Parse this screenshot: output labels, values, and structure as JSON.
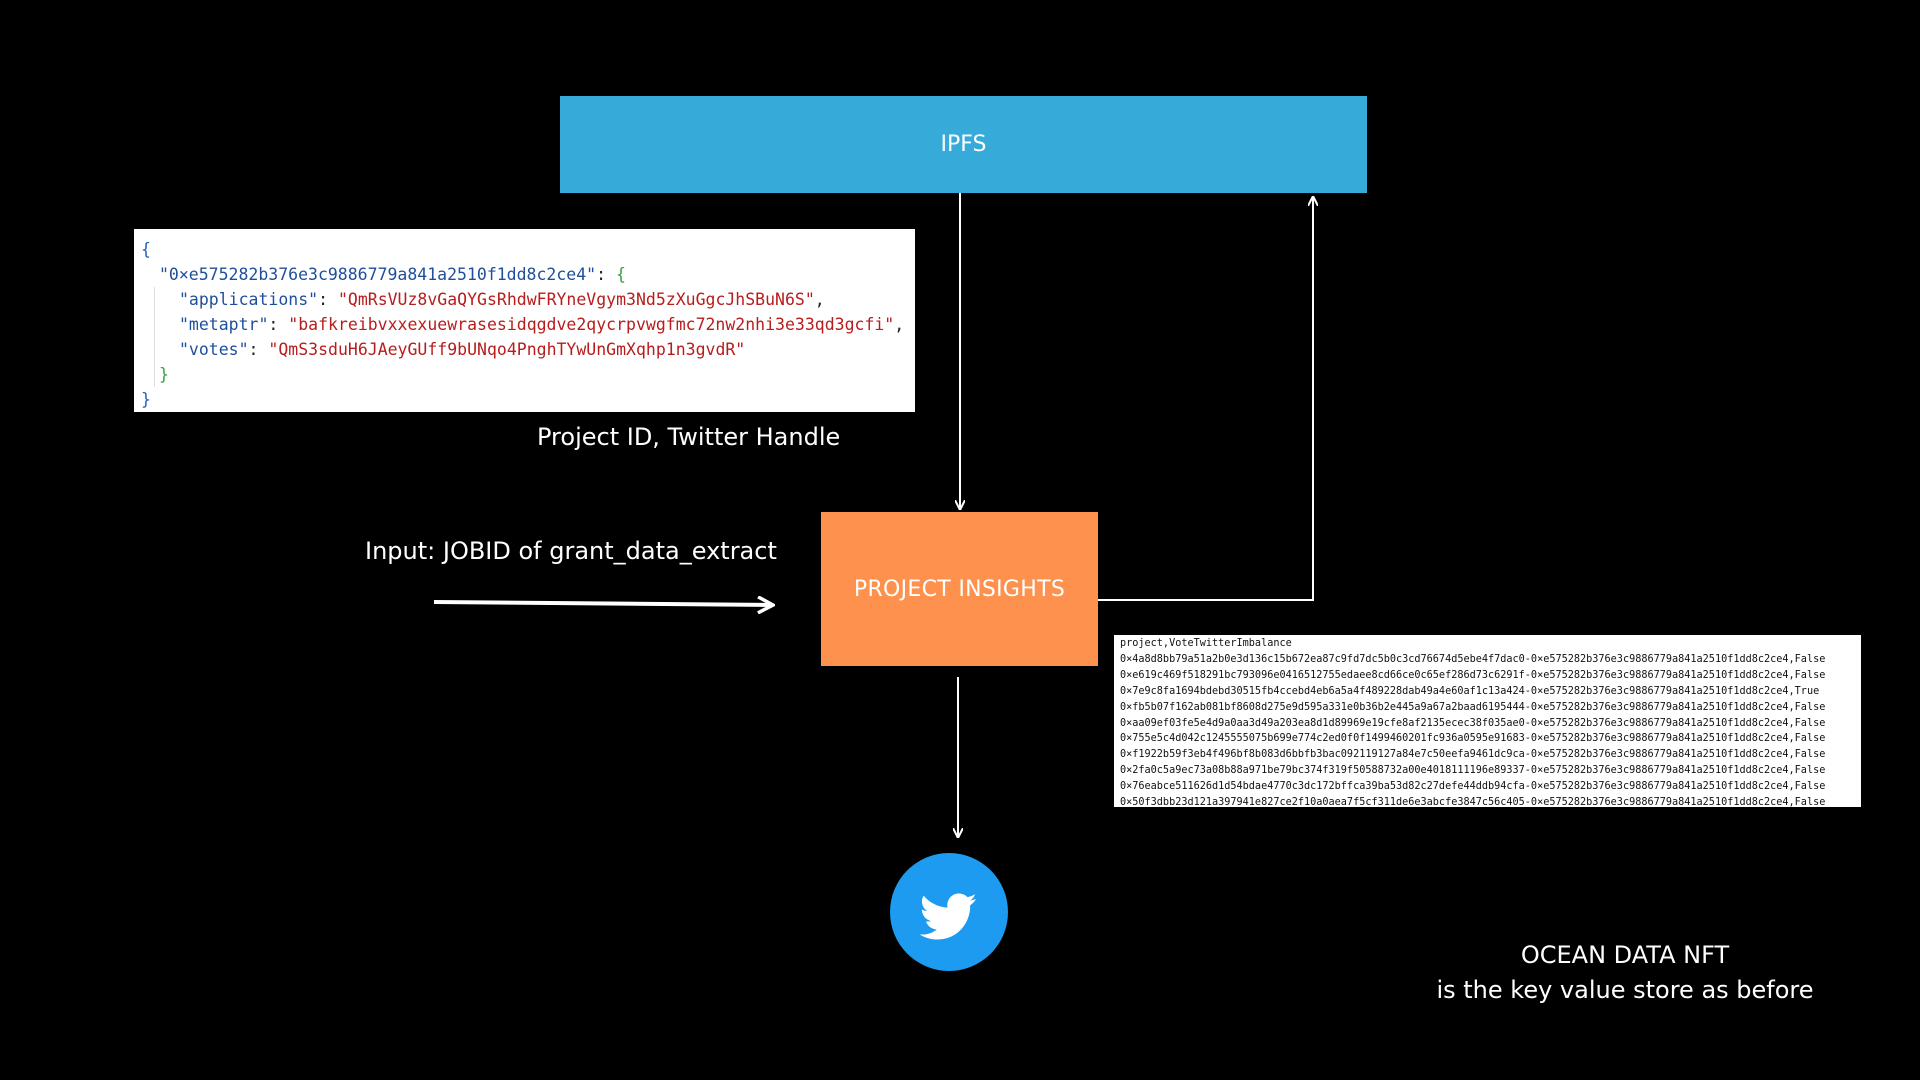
{
  "ipfs": {
    "label": "IPFS"
  },
  "insights": {
    "label": "PROJECT INSIGHTS"
  },
  "labels": {
    "project_id": "Project ID, Twitter Handle",
    "input": "Input: JOBID of grant_data_extract",
    "ocean_line1": "OCEAN DATA NFT",
    "ocean_line2": "is the key value store as before"
  },
  "json_panel": {
    "open_brace": "{",
    "inner_key": "\"0×e575282b376e3c9886779a841a2510f1dd8c2ce4\"",
    "inner_open": "{",
    "entries": [
      {
        "key": "\"applications\"",
        "value": "\"QmRsVUz8vGaQYGsRhdwFRYneVgym3Nd5zXuGgcJhSBuN6S\"",
        "sep": ","
      },
      {
        "key": "\"metaptr\"",
        "value": "\"bafkreibvxxexuewrasesidqgdve2qycrpvwgfmc72nw2nhi3e33qd3gcfi\"",
        "sep": ","
      },
      {
        "key": "\"votes\"",
        "value": "\"QmS3sduH6JAeyGUff9bUNqo4PnghTYwUnGmXqhp1n3gvdR\"",
        "sep": ""
      }
    ],
    "inner_close": "}",
    "close_brace": "}"
  },
  "csv_panel": {
    "header": "project,VoteTwitterImbalance",
    "rows": [
      "0×4a8d8bb79a51a2b0e3d136c15b672ea87c9fd7dc5b0c3cd76674d5ebe4f7dac0-0×e575282b376e3c9886779a841a2510f1dd8c2ce4,False",
      "0×e619c469f518291bc793096e0416512755edaee8cd66ce0c65ef286d73c6291f-0×e575282b376e3c9886779a841a2510f1dd8c2ce4,False",
      "0×7e9c8fa1694bdebd30515fb4ccebd4eb6a5a4f489228dab49a4e60af1c13a424-0×e575282b376e3c9886779a841a2510f1dd8c2ce4,True",
      "0×fb5b07f162ab081bf8608d275e9d595a331e0b36b2e445a9a67a2baad6195444-0×e575282b376e3c9886779a841a2510f1dd8c2ce4,False",
      "0×aa09ef03fe5e4d9a0aa3d49a203ea8d1d89969e19cfe8af2135ecec38f035ae0-0×e575282b376e3c9886779a841a2510f1dd8c2ce4,False",
      "0×755e5c4d042c1245555075b699e774c2ed0f0f1499460201fc936a0595e91683-0×e575282b376e3c9886779a841a2510f1dd8c2ce4,False",
      "0×f1922b59f3eb4f496bf8b083d6bbfb3bac092119127a84e7c50eefa9461dc9ca-0×e575282b376e3c9886779a841a2510f1dd8c2ce4,False",
      "0×2fa0c5a9ec73a08b88a971be79bc374f319f50588732a00e4018111196e89337-0×e575282b376e3c9886779a841a2510f1dd8c2ce4,False",
      "0×76eabce511626d1d54bdae4770c3dc172bffca39ba53d82c27defe44ddb94cfa-0×e575282b376e3c9886779a841a2510f1dd8c2ce4,False",
      "0×50f3dbb23d121a397941e827ce2f10a0aea7f5cf311de6e3abcfe3847c56c405-0×e575282b376e3c9886779a841a2510f1dd8c2ce4,False"
    ]
  },
  "colors": {
    "ipfs_box": "#36aad8",
    "insights_box": "#fe914d",
    "twitter": "#1d9bf0",
    "background": "#000000"
  },
  "icons": {
    "twitter": "twitter-bird-icon"
  }
}
